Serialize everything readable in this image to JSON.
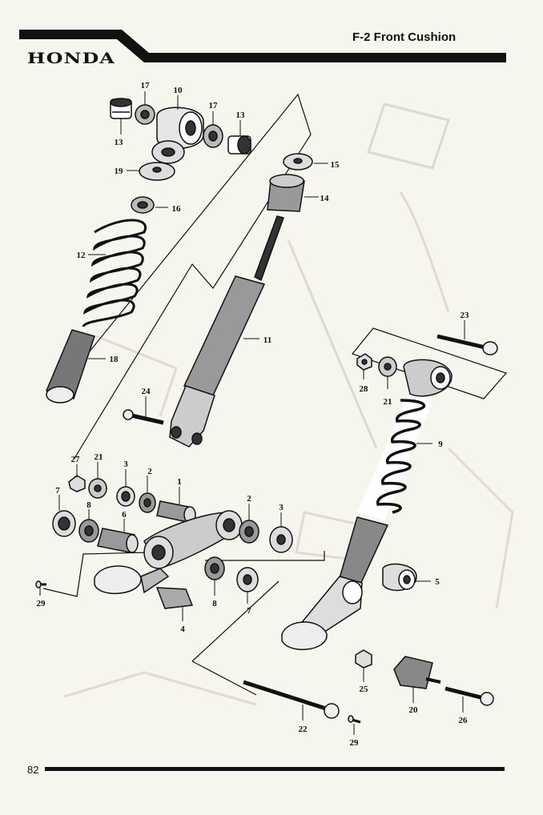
{
  "header": {
    "brand": "HONDA",
    "section_title": "F-2   Front Cushion"
  },
  "footer": {
    "page_number": "82"
  },
  "colors": {
    "ink": "#111111",
    "paper": "#f7f6ee",
    "ghost": "#d9d8cf"
  },
  "diagram": {
    "part_labels": [
      "17",
      "10",
      "17",
      "13",
      "13",
      "19",
      "15",
      "14",
      "16",
      "12",
      "11",
      "18",
      "23",
      "24",
      "28",
      "21",
      "9",
      "27",
      "21",
      "3",
      "2",
      "1",
      "2",
      "3",
      "7",
      "8",
      "6",
      "5",
      "29",
      "8",
      "7",
      "4",
      "25",
      "20",
      "26",
      "22",
      "29"
    ]
  }
}
